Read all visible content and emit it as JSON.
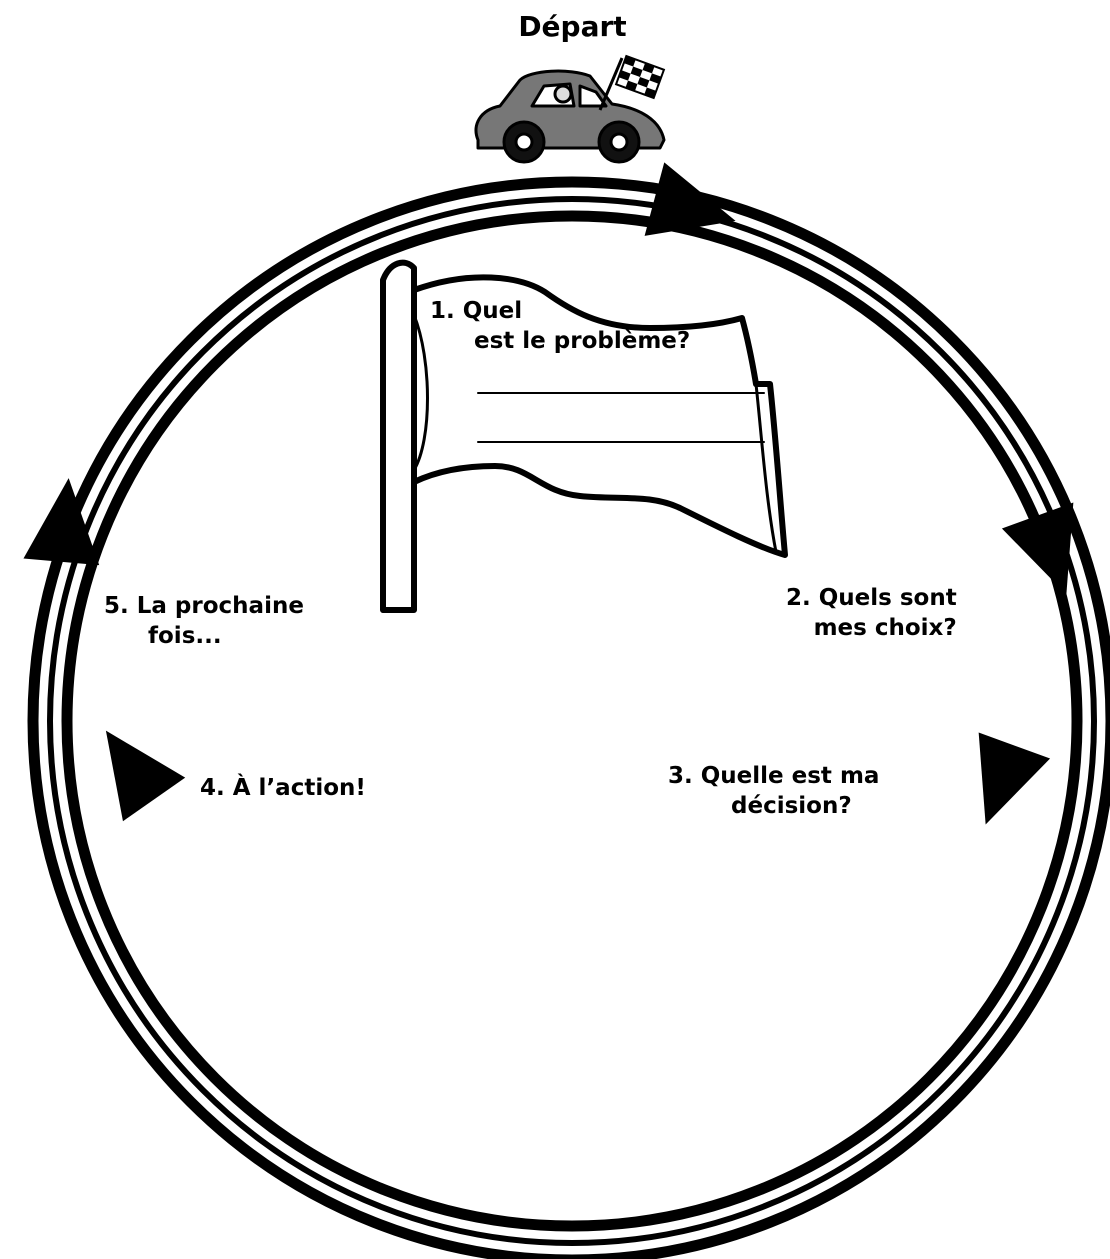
{
  "title": "Départ",
  "steps": [
    {
      "number": "1.",
      "line1": "1. Quel",
      "line2": "est le problème?"
    },
    {
      "number": "2.",
      "line1": "2. Quels sont",
      "line2": "mes choix?"
    },
    {
      "number": "3.",
      "line1": "3. Quelle est ma",
      "line2": "décision?"
    },
    {
      "number": "4.",
      "line1": "4. À l’action!",
      "line2": ""
    },
    {
      "number": "5.",
      "line1": "5. La prochaine",
      "line2": "fois..."
    }
  ],
  "icons": [
    "car-icon",
    "checkered-flag-icon",
    "flag-icon",
    "arrow-icon"
  ],
  "colors": {
    "ink": "#000000",
    "paper": "#ffffff",
    "car_body": "#777777"
  }
}
